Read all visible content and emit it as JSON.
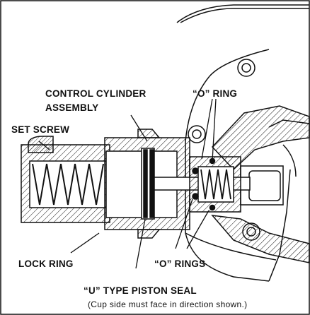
{
  "labels": {
    "control_cylinder_line1": "CONTROL CYLINDER",
    "control_cylinder_line2": "ASSEMBLY",
    "o_ring": "“O” RING",
    "set_screw": "SET SCREW",
    "lock_ring": "LOCK RING",
    "o_rings": "“O” RINGS",
    "u_seal": "“U” TYPE PISTON SEAL",
    "u_seal_note": "(Cup side must face in direction shown.)"
  },
  "colors": {
    "line": "#111111",
    "paper": "#ffffff"
  }
}
